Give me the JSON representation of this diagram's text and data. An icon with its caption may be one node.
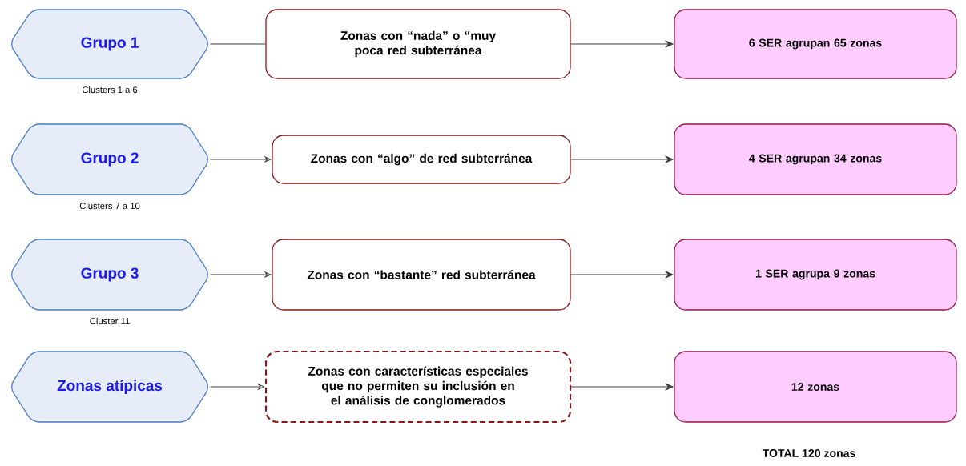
{
  "diagram": {
    "nodes": [
      {
        "text": [
          "Grupo 1"
        ],
        "beside": [
          "Clusters 1 a 6"
        ]
      },
      {
        "text": [
          "Zonas con “nada”  o “muy poca red subterránea"
        ]
      },
      {
        "text": [
          "6 SER agrupan 65 zonas"
        ]
      },
      {
        "text": [
          "Grupo 2"
        ],
        "beside": [
          "Clusters 7 a 10"
        ]
      },
      {
        "text": [
          "Zonas con “algo” de red subterránea"
        ]
      },
      {
        "text": [
          "4 SER agrupan 34 zonas"
        ]
      },
      {
        "text": [
          "Grupo 3"
        ],
        "beside": [
          "Cluster 11"
        ]
      },
      {
        "text": [
          "Zonas con “bastante” red subterránea"
        ]
      },
      {
        "text": [
          "1 SER agrupa 9 zonas"
        ]
      },
      {
        "text": [
          "Zonas atípicas"
        ]
      },
      {
        "text": [
          "Zonas con características especiales que no permiten su inclusión en el análisis de conglomerados"
        ]
      },
      {
        "text": [
          "12 zonas"
        ]
      }
    ],
    "edges": [
      {
        "from": 0,
        "to": 1,
        "arrow": "none"
      },
      {
        "from": 1,
        "to": 2,
        "arrow": "to"
      },
      {
        "from": 3,
        "to": 4,
        "arrow": "to"
      },
      {
        "from": 4,
        "to": 5,
        "arrow": "to"
      },
      {
        "from": 6,
        "to": 7,
        "arrow": "to"
      },
      {
        "from": 7,
        "to": 8,
        "arrow": "to"
      },
      {
        "from": 9,
        "to": 10,
        "arrow": "to"
      },
      {
        "from": 10,
        "to": 11,
        "arrow": "to"
      }
    ],
    "labels": [
      "TOTAL 120 zonas"
    ]
  }
}
